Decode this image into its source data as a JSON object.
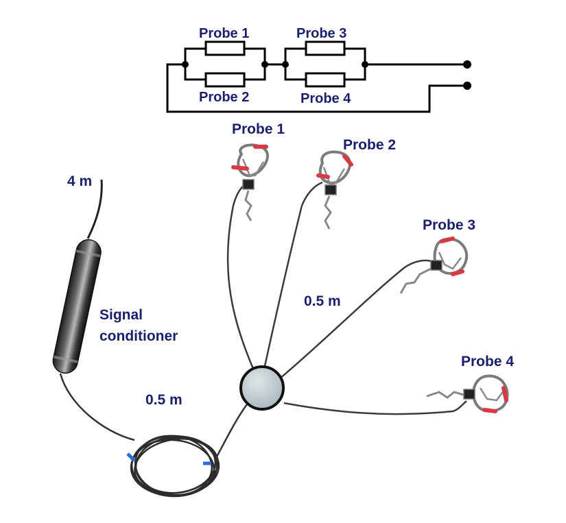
{
  "schematic": {
    "resistors": [
      "Probe 1",
      "Probe 2",
      "Probe 3",
      "Probe 4"
    ]
  },
  "photo": {
    "probes": [
      "Probe 1",
      "Probe 2",
      "Probe 3",
      "Probe 4"
    ],
    "cable_main": "4 m",
    "conditioner_line1": "Signal",
    "conditioner_line2": "conditioner",
    "cable_coil": "0.5 m",
    "cable_branch": "0.5 m"
  },
  "colors": {
    "label": "#1a1f6b",
    "wire": "#000000",
    "cable": "#333333",
    "sensor_pad": "#d63a45",
    "hub_fill": "#c6d0d4",
    "coil_marker": "#2a6fd6"
  }
}
